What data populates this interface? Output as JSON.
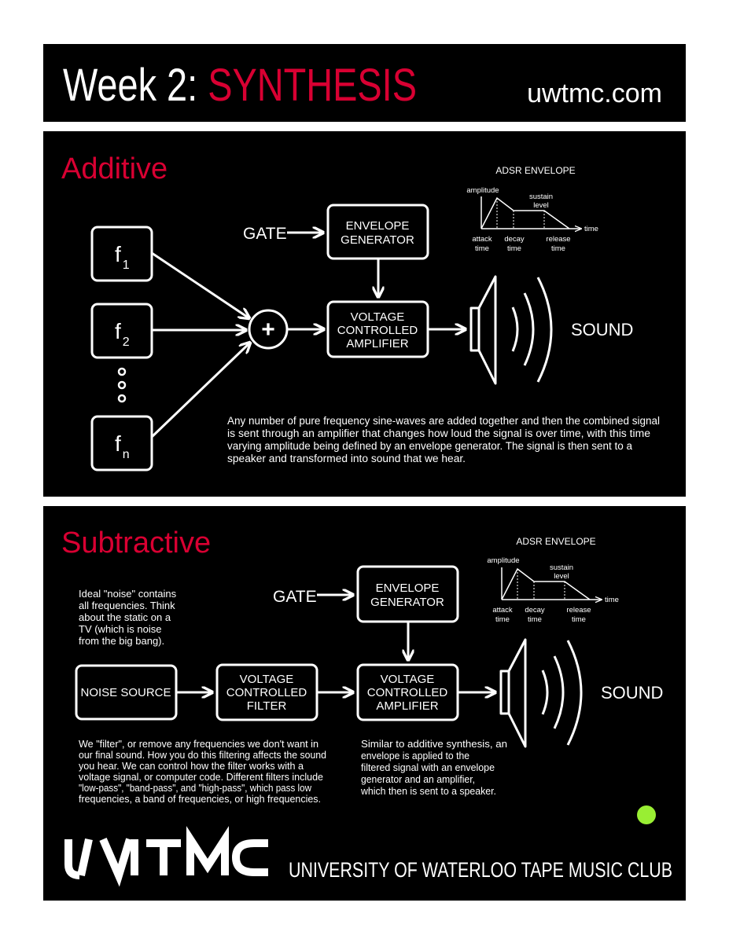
{
  "header": {
    "title_prefix": "Week 2: ",
    "title_highlight": "SYNTHESIS",
    "website": "uwtmc.com"
  },
  "colors": {
    "accent_red": "#d80032",
    "background": "#000000",
    "foreground": "#ffffff",
    "dot_green": "#99ee33"
  },
  "additive": {
    "heading": "Additive",
    "inputs": {
      "f1": {
        "base": "f",
        "sub": "1"
      },
      "f2": {
        "base": "f",
        "sub": "2"
      },
      "fn": {
        "base": "f",
        "sub": "n"
      }
    },
    "sum_symbol": "+",
    "gate_label": "GATE",
    "envelope_generator": [
      "ENVELOPE",
      "GENERATOR"
    ],
    "vca": [
      "VOLTAGE",
      "CONTROLLED",
      "AMPLIFIER"
    ],
    "sound_label": "SOUND",
    "adsr": {
      "title": "ADSR ENVELOPE",
      "amplitude": "amplitude",
      "sustain": [
        "sustain",
        "level"
      ],
      "time": "time",
      "attack": [
        "attack",
        "time"
      ],
      "decay": [
        "decay",
        "time"
      ],
      "release": [
        "release",
        "time"
      ]
    },
    "description": [
      "Any number of pure frequency sine-waves are added together and then the combined signal",
      "is sent through an amplifier that changes how loud the signal is over time, with this time",
      "varying amplitude being defined by an envelope generator. The signal is then sent to a",
      "speaker and transformed into sound that we hear."
    ]
  },
  "subtractive": {
    "heading": "Subtractive",
    "noise_note": [
      "Ideal \"noise\" contains",
      "all frequencies. Think",
      "about the static on a",
      "TV (which is noise",
      "from the big bang)."
    ],
    "gate_label": "GATE",
    "envelope_generator": [
      "ENVELOPE",
      "GENERATOR"
    ],
    "noise_source": "NOISE SOURCE",
    "vcf": [
      "VOLTAGE",
      "CONTROLLED",
      "FILTER"
    ],
    "vca": [
      "VOLTAGE",
      "CONTROLLED",
      "AMPLIFIER"
    ],
    "sound_label": "SOUND",
    "adsr": {
      "title": "ADSR ENVELOPE",
      "amplitude": "amplitude",
      "sustain": [
        "sustain",
        "level"
      ],
      "time": "time",
      "attack": [
        "attack",
        "time"
      ],
      "decay": [
        "decay",
        "time"
      ],
      "release": [
        "release",
        "time"
      ]
    },
    "filter_description": [
      "We \"filter\", or remove any frequencies we don't want in",
      "our final sound. How you do this filtering affects the sound",
      "you hear. We can control how the filter works with a",
      "voltage signal, or computer code. Different filters include",
      "\"low-pass\", \"band-pass\", and \"high-pass\", which pass low",
      "frequencies, a band of frequencies, or high frequencies."
    ],
    "envelope_description": [
      "Similar to additive synthesis, an",
      "envelope is applied to the",
      "filtered signal with an envelope",
      "generator and an amplifier,",
      "which then is sent to a speaker."
    ]
  },
  "footer": {
    "logo_text": "UWTMC",
    "club_name": "UNIVERSITY OF WATERLOO TAPE MUSIC CLUB"
  }
}
